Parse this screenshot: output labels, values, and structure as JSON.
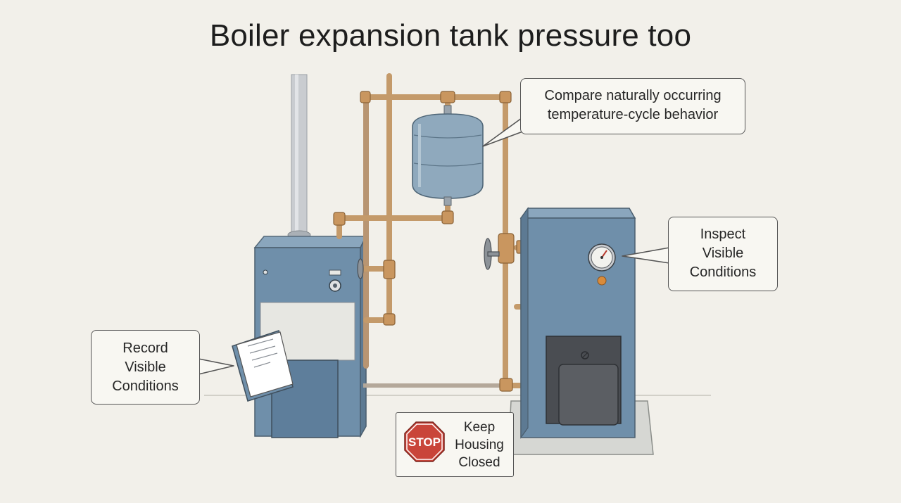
{
  "title": "Boiler expansion tank pressure too",
  "callouts": {
    "compare": [
      "Compare naturally occurring",
      "temperature-cycle behavior"
    ],
    "inspect": [
      "Inspect",
      "Visible",
      "Conditions"
    ],
    "record": [
      "Record",
      "Visible",
      "Conditions"
    ]
  },
  "stop_sign": {
    "sign_text": "STOP",
    "lines": [
      "Keep",
      "Housing",
      "Closed"
    ]
  },
  "icons": [
    "expansion-tank-icon",
    "pressure-gauge-icon",
    "stop-sign-icon",
    "clipboard-icon"
  ],
  "colors": {
    "background": "#f2f0ea",
    "boiler_blue": "#6f8faa",
    "tank_blue": "#8fa9bd",
    "copper_pipe": "#c49a6a",
    "stop_red": "#c9453a"
  }
}
